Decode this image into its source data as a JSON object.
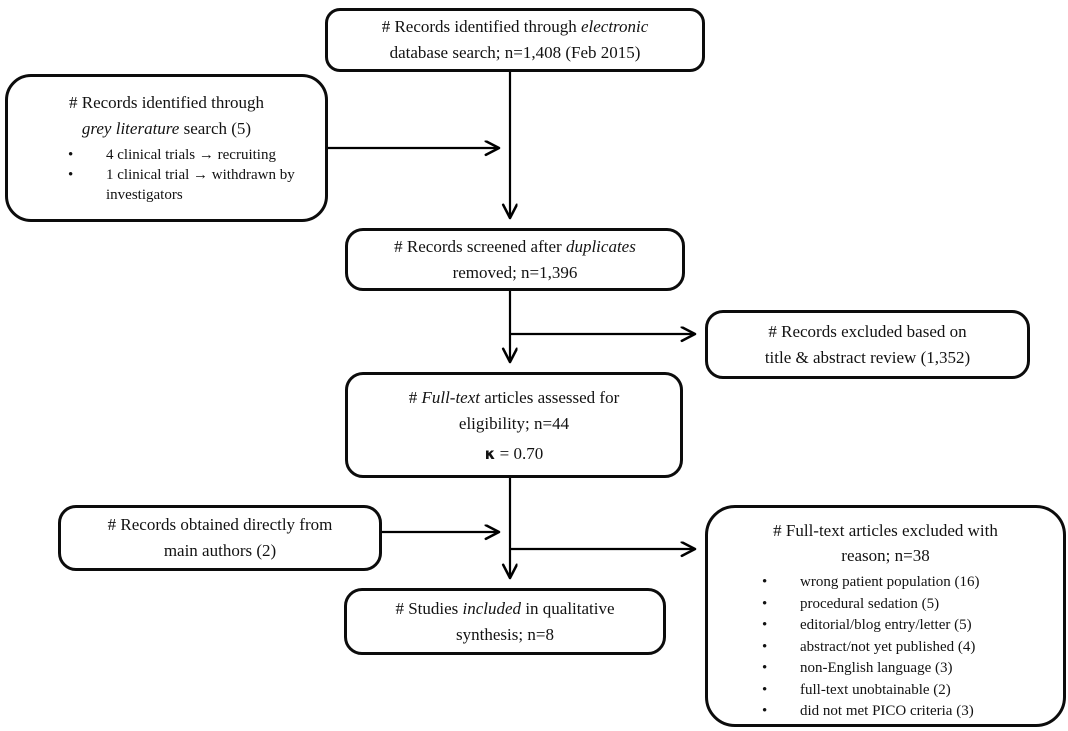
{
  "figure": {
    "kind": "prisma-flow-diagram",
    "background_color": "#ffffff",
    "ink_color": "#0c0c0c"
  },
  "boxes": {
    "electronic_search": {
      "line1_pre": "# Records identified through ",
      "line1_italic": "electronic",
      "line2": "database search; n=1,408 (Feb 2015)"
    },
    "grey_literature": {
      "line1": "# Records identified through",
      "line2_italic": "grey literature",
      "line2_post": " search (5)",
      "bullets": [
        "4 clinical trials → recruiting",
        "1 clinical trial → withdrawn by investigators"
      ]
    },
    "screened": {
      "line1_pre": "# Records screened after ",
      "line1_italic": "duplicates",
      "line2": "removed; n=1,396"
    },
    "excluded_title_abstract": {
      "line1": "# Records excluded based on",
      "line2": "title & abstract review (1,352)"
    },
    "full_text_assessed": {
      "line1_pre": "# ",
      "line1_italic": "Full-text",
      "line1_post": " articles assessed for",
      "line2": "eligibility; n=44",
      "kappa_symbol": "κ",
      "kappa_rest": " = 0.70"
    },
    "obtained_from_authors": {
      "line1": "# Records obtained directly from",
      "line2": "main authors (2)"
    },
    "included": {
      "line1_pre": "# Studies ",
      "line1_italic": "included",
      "line1_post": " in qualitative",
      "line2": "synthesis; n=8"
    },
    "full_text_excluded": {
      "line1": "# Full-text articles excluded with",
      "line2": "reason; n=38",
      "bullets": [
        "wrong patient population (16)",
        "procedural sedation (5)",
        "editorial/blog entry/letter (5)",
        "abstract/not yet published (4)",
        "non-English language (3)",
        "full-text unobtainable (2)",
        "did not met PICO criteria (3)"
      ]
    }
  }
}
